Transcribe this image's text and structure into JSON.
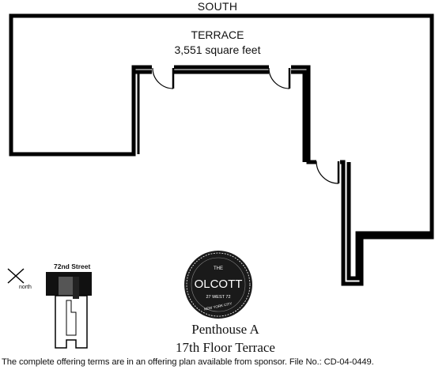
{
  "header": {
    "compass": "SOUTH"
  },
  "terrace": {
    "label": "TERRACE",
    "area": "3,551 square feet"
  },
  "key_plan": {
    "street": "72nd Street",
    "north": "north"
  },
  "logo": {
    "top": "THE",
    "name": "OLCOTT",
    "sub": "27 WEST 72",
    "ring": "NEW YORK CITY"
  },
  "unit": {
    "title": "Penthouse A",
    "floor": "17th Floor Terrace"
  },
  "footer": {
    "disclaimer": "The complete offering terms are in an offering plan available from sponsor.  File No.: CD-04-0449."
  },
  "colors": {
    "wall": "#000000",
    "background": "#ffffff",
    "logo_fill": "#1a1a1a"
  }
}
